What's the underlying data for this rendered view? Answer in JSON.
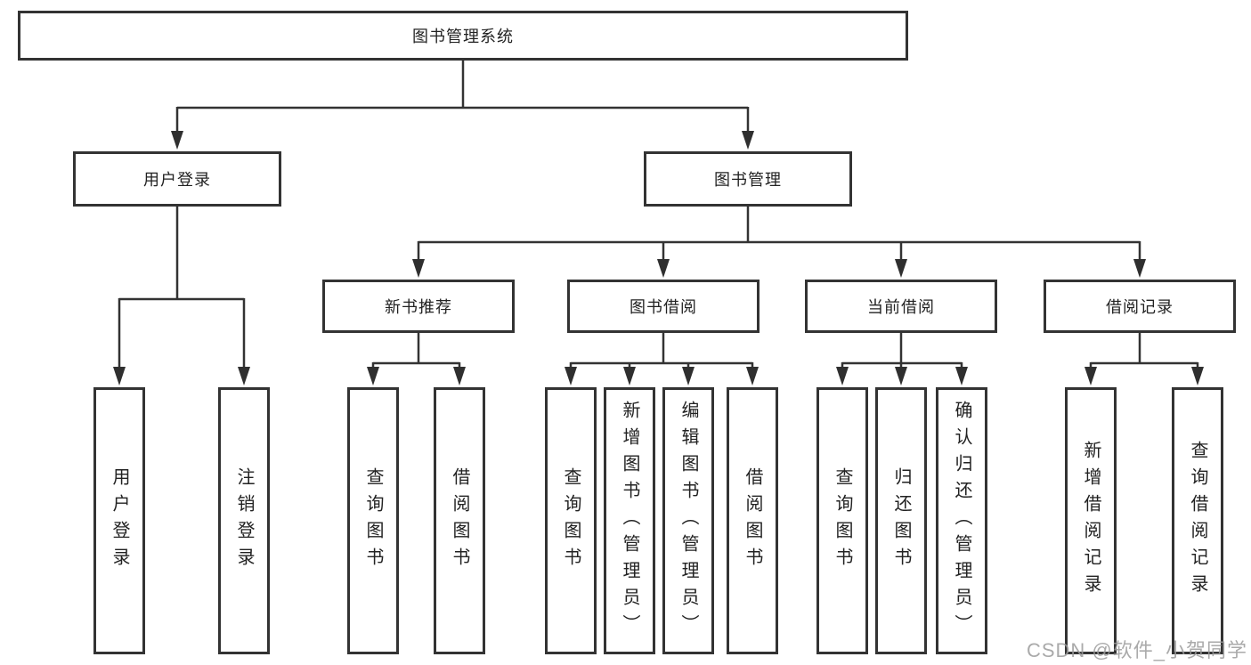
{
  "diagram": {
    "colors": {
      "line": "#333333",
      "box_border": "#333333",
      "text": "#222222",
      "watermark": "#9b9b9b"
    },
    "root": {
      "label": "图书管理系统"
    },
    "branches": [
      {
        "label": "用户登录",
        "children": [
          {
            "label": "用户登录"
          },
          {
            "label": "注销登录"
          }
        ]
      },
      {
        "label": "图书管理",
        "children": [
          {
            "label": "新书推荐",
            "children": [
              {
                "label": "查询图书"
              },
              {
                "label": "借阅图书"
              }
            ]
          },
          {
            "label": "图书借阅",
            "children": [
              {
                "label": "查询图书"
              },
              {
                "label": "新增图书（管理员）"
              },
              {
                "label": "编辑图书（管理员）"
              },
              {
                "label": "借阅图书"
              }
            ]
          },
          {
            "label": "当前借阅",
            "children": [
              {
                "label": "查询图书"
              },
              {
                "label": "归还图书"
              },
              {
                "label": "确认归还（管理员）"
              }
            ]
          },
          {
            "label": "借阅记录",
            "children": [
              {
                "label": "新增借阅记录"
              },
              {
                "label": "查询借阅记录"
              }
            ]
          }
        ]
      }
    ],
    "watermark": "CSDN @软件_小贺同学"
  }
}
